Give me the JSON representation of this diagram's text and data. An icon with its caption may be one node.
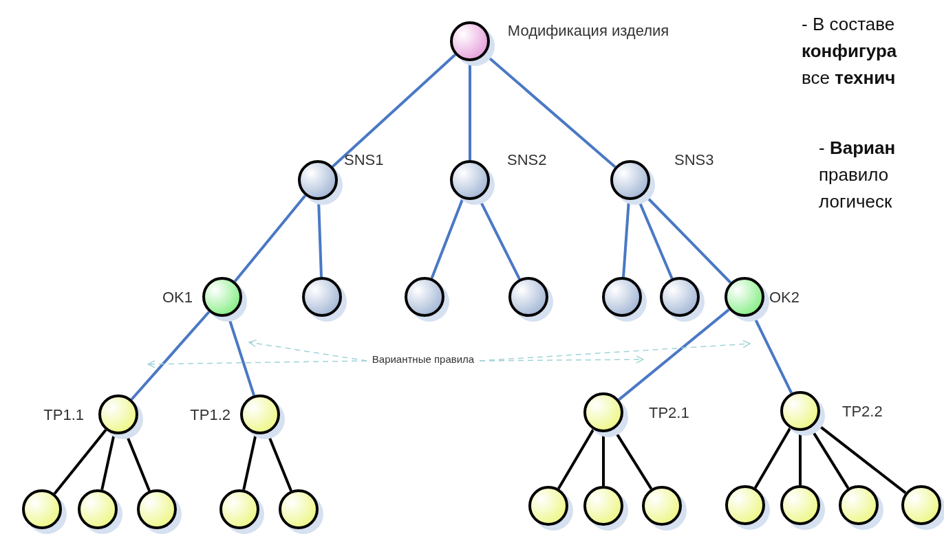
{
  "diagram": {
    "nodes": [
      {
        "text": [],
        "shape": "circle",
        "beside": [
          "Модификация изделия"
        ]
      },
      {
        "text": [],
        "shape": "circle",
        "beside": [
          "SNS1"
        ]
      },
      {
        "text": [],
        "shape": "circle",
        "beside": [
          "SNS2"
        ]
      },
      {
        "text": [],
        "shape": "circle",
        "beside": [
          "SNS3"
        ]
      },
      {
        "text": [],
        "shape": "circle",
        "beside": [
          "OK1"
        ]
      },
      {
        "text": [],
        "shape": "circle"
      },
      {
        "text": [],
        "shape": "circle"
      },
      {
        "text": [],
        "shape": "circle"
      },
      {
        "text": [],
        "shape": "circle"
      },
      {
        "text": [],
        "shape": "circle"
      },
      {
        "text": [],
        "shape": "circle",
        "beside": [
          "OK2"
        ]
      },
      {
        "text": [],
        "shape": "circle",
        "beside": [
          "TP1.1"
        ]
      },
      {
        "text": [],
        "shape": "circle",
        "beside": [
          "TP1.2"
        ]
      },
      {
        "text": [],
        "shape": "circle",
        "beside": [
          "TP2.1"
        ]
      },
      {
        "text": [],
        "shape": "circle",
        "beside": [
          "TP2.2"
        ]
      },
      {
        "text": [],
        "shape": "circle"
      },
      {
        "text": [],
        "shape": "circle"
      },
      {
        "text": [],
        "shape": "circle"
      },
      {
        "text": [],
        "shape": "circle"
      },
      {
        "text": [],
        "shape": "circle"
      },
      {
        "text": [],
        "shape": "circle"
      },
      {
        "text": [],
        "shape": "circle"
      },
      {
        "text": [],
        "shape": "circle"
      },
      {
        "text": [],
        "shape": "circle"
      },
      {
        "text": [],
        "shape": "circle"
      },
      {
        "text": [],
        "shape": "circle"
      },
      {
        "text": [],
        "shape": "circle"
      },
      {
        "text": [
          "Вариантные правила"
        ]
      }
    ],
    "edges": [
      {
        "from": 0,
        "to": 1,
        "arrow": "none"
      },
      {
        "from": 0,
        "to": 2,
        "arrow": "none"
      },
      {
        "from": 0,
        "to": 3,
        "arrow": "none"
      },
      {
        "from": 1,
        "to": 4,
        "arrow": "none"
      },
      {
        "from": 1,
        "to": 5,
        "arrow": "none"
      },
      {
        "from": 2,
        "to": 6,
        "arrow": "none"
      },
      {
        "from": 2,
        "to": 7,
        "arrow": "none"
      },
      {
        "from": 3,
        "to": 8,
        "arrow": "none"
      },
      {
        "from": 3,
        "to": 9,
        "arrow": "none"
      },
      {
        "from": 3,
        "to": 10,
        "arrow": "none"
      },
      {
        "from": 4,
        "to": 11,
        "arrow": "none"
      },
      {
        "from": 4,
        "to": 12,
        "arrow": "none"
      },
      {
        "from": 10,
        "to": 13,
        "arrow": "none"
      },
      {
        "from": 10,
        "to": 14,
        "arrow": "none"
      },
      {
        "from": 11,
        "to": 15,
        "arrow": "none",
        "color": "#000000"
      },
      {
        "from": 11,
        "to": 16,
        "arrow": "none",
        "color": "#000000"
      },
      {
        "from": 11,
        "to": 17,
        "arrow": "none",
        "color": "#000000"
      },
      {
        "from": 12,
        "to": 18,
        "arrow": "none",
        "color": "#000000"
      },
      {
        "from": 12,
        "to": 19,
        "arrow": "none",
        "color": "#000000"
      },
      {
        "from": 13,
        "to": 20,
        "arrow": "none",
        "color": "#000000"
      },
      {
        "from": 13,
        "to": 21,
        "arrow": "none",
        "color": "#000000"
      },
      {
        "from": 13,
        "to": 22,
        "arrow": "none",
        "color": "#000000"
      },
      {
        "from": 14,
        "to": 23,
        "arrow": "none",
        "color": "#000000"
      },
      {
        "from": 14,
        "to": 24,
        "arrow": "none",
        "color": "#000000"
      },
      {
        "from": 14,
        "to": 25,
        "arrow": "none",
        "color": "#000000"
      },
      {
        "from": 14,
        "to": 26,
        "arrow": "none",
        "color": "#000000"
      },
      {
        "from": 27,
        "to": null,
        "arrow": "to",
        "style": "dashed",
        "color": "#9fd3d6"
      },
      {
        "from": 27,
        "to": null,
        "arrow": "to",
        "style": "dashed",
        "color": "#9fd3d6"
      },
      {
        "from": 27,
        "to": null,
        "arrow": "to",
        "style": "dashed",
        "color": "#9fd3d6"
      },
      {
        "from": 27,
        "to": null,
        "arrow": "to",
        "style": "dashed",
        "color": "#9fd3d6"
      }
    ],
    "labels": [
      "- В составе **конфигура** все **технич**",
      "- **Вариан** правило логическ"
    ]
  }
}
